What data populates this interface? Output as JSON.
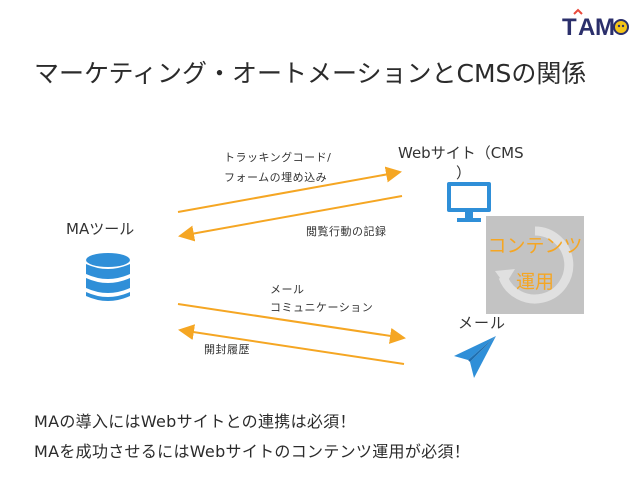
{
  "logo_text": "TAMO",
  "title": "マーケティング・オートメーションとCMSの関係",
  "nodes": {
    "ma": "MAツール",
    "web_line1": "Webサイト（CMS",
    "web_line2": "）",
    "mail": "メール"
  },
  "flows": {
    "tracking_line1": "トラッキングコード/",
    "tracking_line2": "フォームの埋め込み",
    "browsing": "閲覧行動の記録",
    "mail_line1": "メール",
    "mail_line2": "コミュニケーション",
    "opened": "開封履歴"
  },
  "contents_box": {
    "line1": "コンテンツ",
    "line2": "運用"
  },
  "conclusions": [
    "MAの導入にはWebサイトとの連携は必須！",
    "MAを成功させるにはWebサイトのコンテンツ運用が必須！"
  ],
  "colors": {
    "arrow": "#f5a623",
    "icon_blue": "#2f8fd8",
    "box_gray": "#bdbdbd"
  },
  "icons": [
    "database-icon",
    "monitor-icon",
    "paper-plane-icon",
    "refresh-icon"
  ]
}
